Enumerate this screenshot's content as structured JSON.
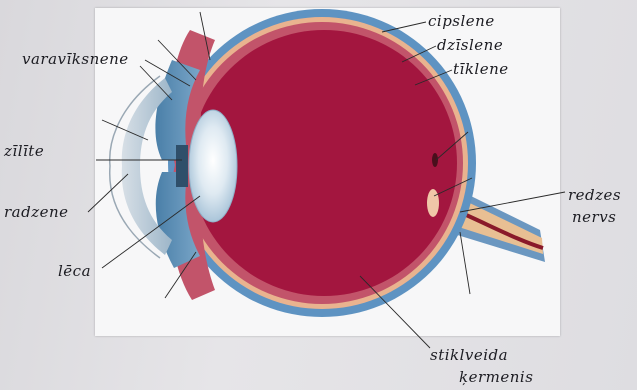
{
  "labels": {
    "cipslene": "cipslene",
    "dzislene": "dzīslene",
    "tiklene": "tīklene",
    "varaviksnene": "varavīksnene",
    "zilite": "zīlīte",
    "radzene": "radzene",
    "leca": "lēca",
    "redzes_nervs": [
      "redzes",
      "nervs"
    ],
    "stiklveida_kermenis": [
      "stiklveida",
      "ķermenis"
    ]
  },
  "colors": {
    "sclera": "#5e93c2",
    "choroid": "#e9b38f",
    "retina": "#c2546a",
    "vitreous": "#a3163f",
    "lens": "#c6d9e6",
    "nerve": "#e8bf93",
    "vessel": "#8a1a2a"
  }
}
